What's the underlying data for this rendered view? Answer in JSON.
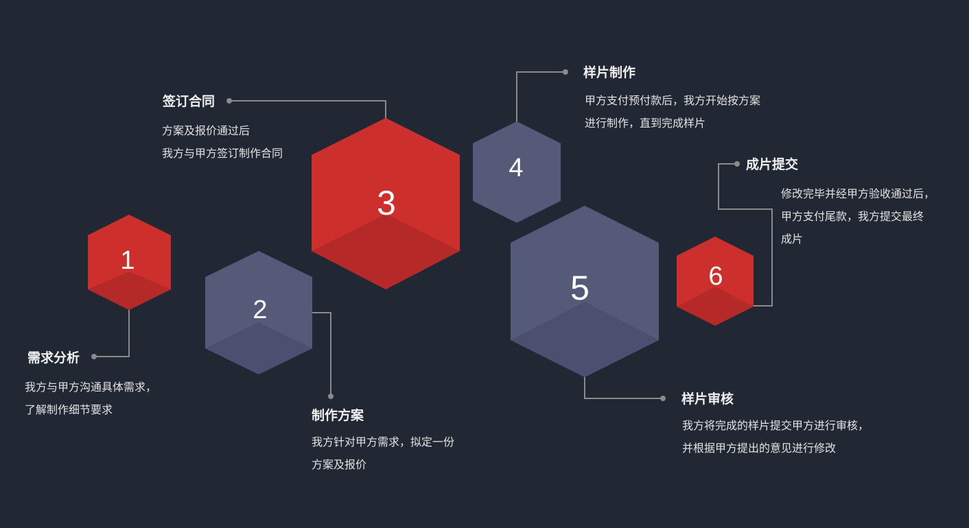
{
  "colors": {
    "background": "#212833",
    "red": "#cc2f2c",
    "red_dark": "#b52a29",
    "purple": "#545a78",
    "purple_dark": "#4b5070",
    "connector": "#8a8a8a"
  },
  "steps": [
    {
      "number": "1",
      "title": "需求分析",
      "desc": [
        "我方与甲方沟通具体需求，",
        "了解制作细节要求"
      ]
    },
    {
      "number": "2",
      "title": "制作方案",
      "desc": [
        "我方针对甲方需求，拟定一份",
        "方案及报价"
      ]
    },
    {
      "number": "3",
      "title": "签订合同",
      "desc": [
        "方案及报价通过后",
        "我方与甲方签订制作合同"
      ]
    },
    {
      "number": "4",
      "title": "样片制作",
      "desc": [
        "甲方支付预付款后，我方开始按方案",
        "进行制作，直到完成样片"
      ]
    },
    {
      "number": "5",
      "title": "样片审核",
      "desc": [
        "我方将完成的样片提交甲方进行审核，",
        "并根据甲方提出的意见进行修改"
      ]
    },
    {
      "number": "6",
      "title": "成片提交",
      "desc": [
        "修改完毕并经甲方验收通过后，",
        "甲方支付尾款，我方提交最终",
        "成片"
      ]
    }
  ]
}
